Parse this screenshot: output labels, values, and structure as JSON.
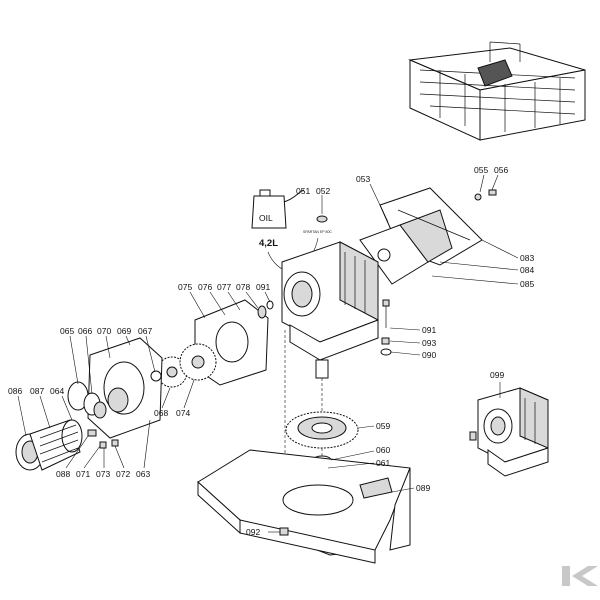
{
  "diagram": {
    "part_numbers": [
      "051",
      "052",
      "053",
      "055",
      "056",
      "083",
      "084",
      "085",
      "075",
      "076",
      "077",
      "078",
      "091",
      "091",
      "093",
      "090",
      "065",
      "066",
      "070",
      "069",
      "067",
      "064",
      "086",
      "087",
      "068",
      "074",
      "099",
      "059",
      "060",
      "061",
      "088",
      "071",
      "073",
      "072",
      "063",
      "089",
      "092"
    ],
    "volume_label": "4,2L",
    "oil_label": "OIL",
    "sticker_text": "SPARTAN EP 80C",
    "colors": {
      "line": "#111111",
      "shade": "#d9d9d9",
      "dark": "#555555",
      "brand": "#c8c8c8"
    },
    "brand_icon": "k-logo-icon"
  }
}
